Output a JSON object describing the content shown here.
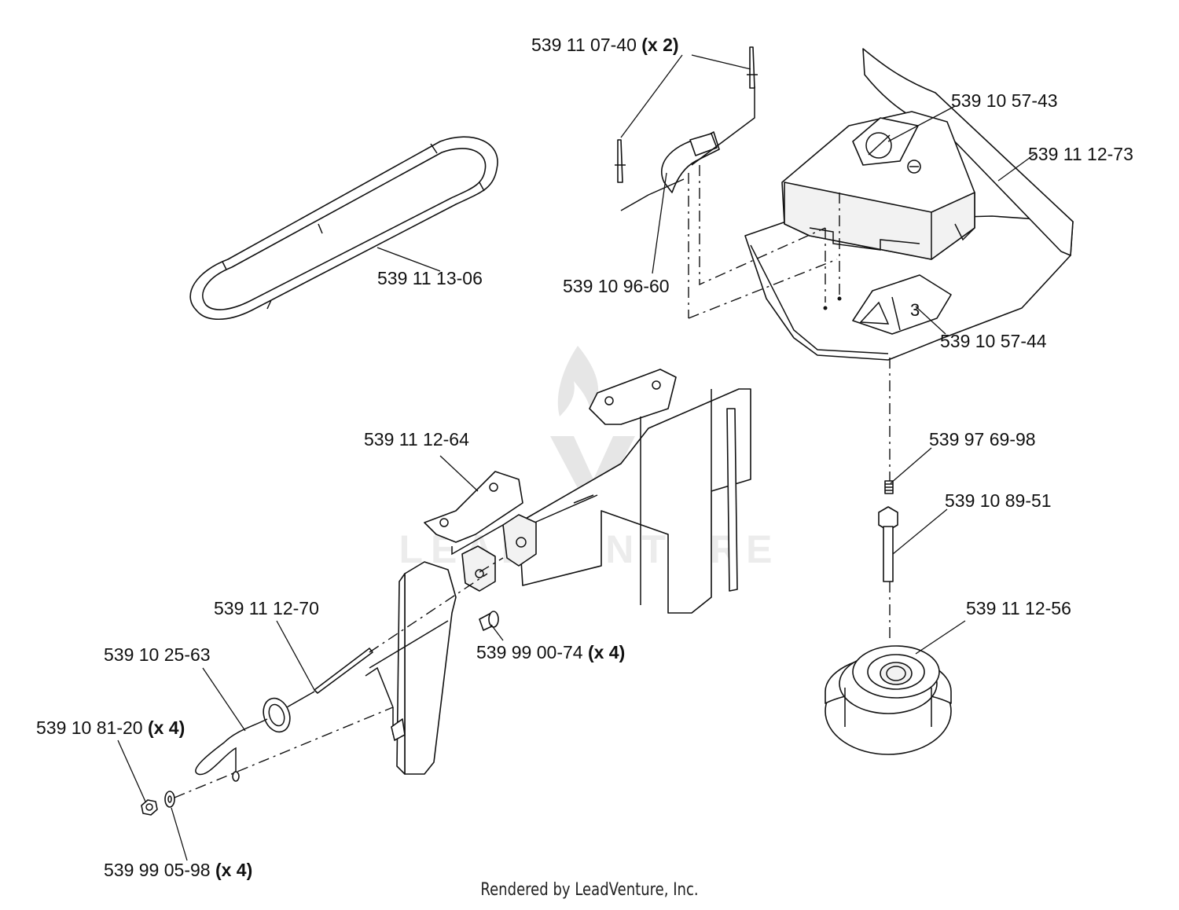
{
  "watermark": "LEADVENTURE",
  "footer": "Rendered by LeadVenture, Inc.",
  "callouts": [
    {
      "id": "c1",
      "part": "539 11 07-40",
      "qty": "(x 2)"
    },
    {
      "id": "c2",
      "part": "539 10 57-43",
      "qty": ""
    },
    {
      "id": "c3",
      "part": "539 11 12-73",
      "qty": ""
    },
    {
      "id": "c4",
      "part": "539 11 13-06",
      "qty": ""
    },
    {
      "id": "c5",
      "part": "539 10 96-60",
      "qty": ""
    },
    {
      "id": "c6",
      "part": "539 10 57-44",
      "qty": ""
    },
    {
      "id": "c7",
      "part": "539 11 12-64",
      "qty": ""
    },
    {
      "id": "c8",
      "part": "539 97 69-98",
      "qty": ""
    },
    {
      "id": "c9",
      "part": "539 10 89-51",
      "qty": ""
    },
    {
      "id": "c10",
      "part": "539 11 12-70",
      "qty": ""
    },
    {
      "id": "c11",
      "part": "539 11 12-56",
      "qty": ""
    },
    {
      "id": "c12",
      "part": "539 10 25-63",
      "qty": ""
    },
    {
      "id": "c13",
      "part": "539 99 00-74",
      "qty": "(x 4)"
    },
    {
      "id": "c14",
      "part": "539 10 81-20",
      "qty": "(x 4)"
    },
    {
      "id": "c15",
      "part": "539 99 05-98",
      "qty": "(x 4)"
    }
  ]
}
